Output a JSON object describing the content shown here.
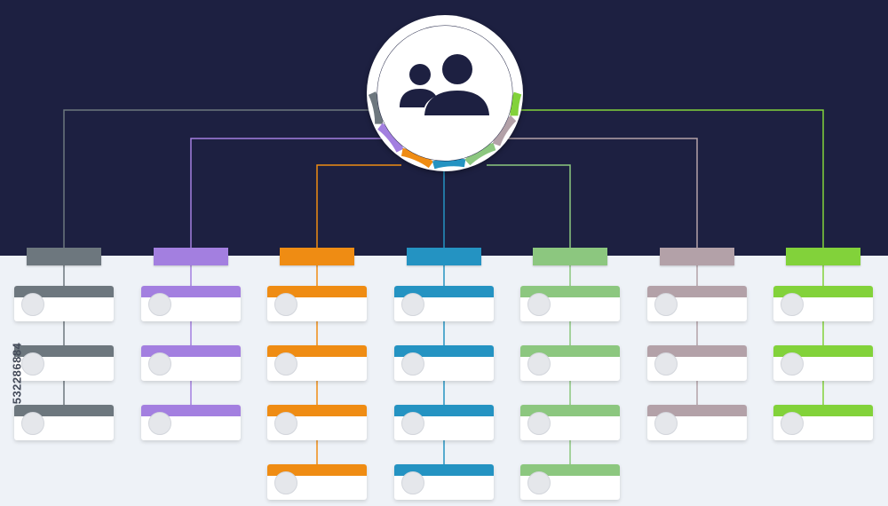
{
  "chart_data": {
    "type": "diagram",
    "title": "",
    "root": {
      "icon": "users-group-icon"
    },
    "branches": [
      {
        "color": "#6d777e",
        "items": 3
      },
      {
        "color": "#a37fe0",
        "items": 3
      },
      {
        "color": "#ef8c13",
        "items": 4
      },
      {
        "color": "#2493c2",
        "items": 4
      },
      {
        "color": "#8cc77f",
        "items": 4
      },
      {
        "color": "#b3a1a8",
        "items": 3
      },
      {
        "color": "#82d23a",
        "items": 3
      }
    ]
  },
  "colors": {
    "background_top": "#1d2041",
    "background_bottom": "#eef2f7",
    "card": "#ffffff",
    "avatar_placeholder": "#e5e7eb"
  },
  "watermark": {
    "stock_id": "532286884"
  }
}
